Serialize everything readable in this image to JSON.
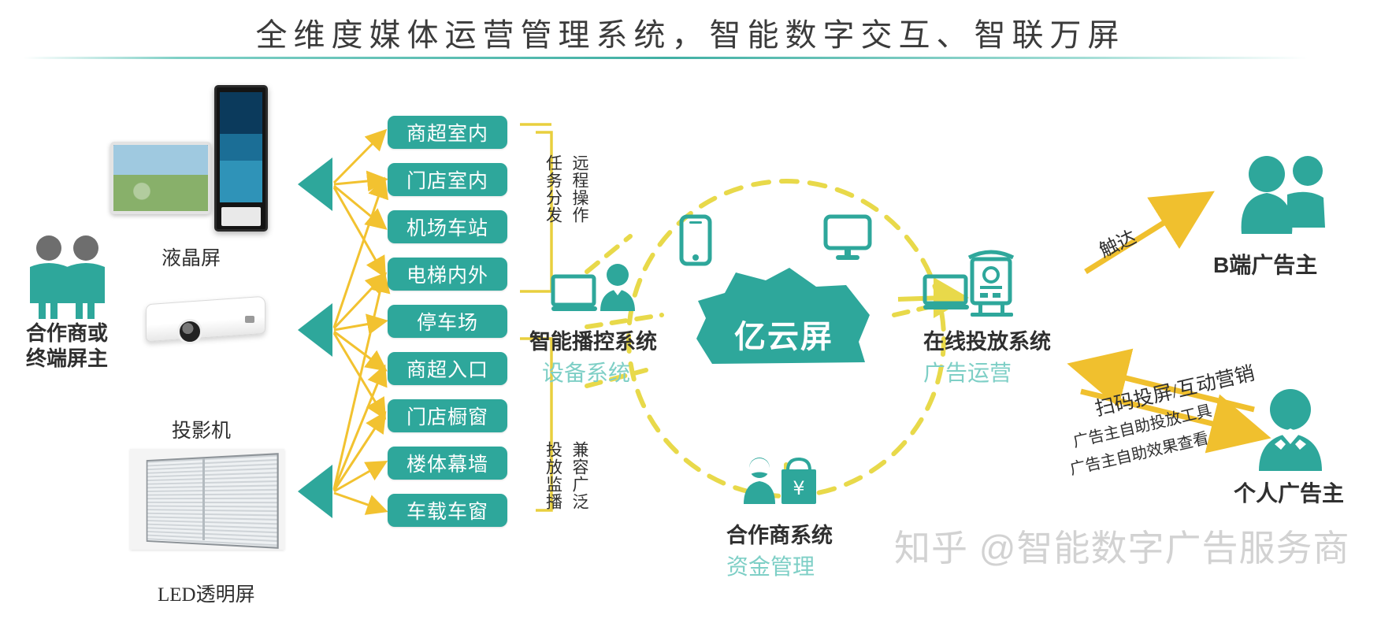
{
  "title": "全维度媒体运营管理系统，智能数字交互、智联万屏",
  "left_column": {
    "actor_label_line1": "合作商或",
    "actor_label_line2": "终端屏主",
    "actor_icon": "two-people-icon",
    "devices": [
      {
        "name": "液晶屏",
        "icon": "lcd-screen-photo"
      },
      {
        "name": "投影机",
        "icon": "projector-photo"
      },
      {
        "name": "LED透明屏",
        "icon": "led-transparent-screen-photo"
      }
    ]
  },
  "scenario_boxes": [
    "商超室内",
    "门店室内",
    "机场车站",
    "电梯内外",
    "停车场",
    "商超入口",
    "门店橱窗",
    "楼体幕墙",
    "车载车窗"
  ],
  "bracket_labels": {
    "top": [
      "任务分发",
      "远程操作"
    ],
    "bottom": [
      "投放监播",
      "兼容广泛"
    ]
  },
  "systems": {
    "broadcast": {
      "title": "智能播控系统",
      "subtitle": "设备系统",
      "icon": "laptop-operator-icon"
    },
    "cloud": {
      "title": "亿云屏",
      "icon": "cloud-shape"
    },
    "delivery": {
      "title": "在线投放系统",
      "subtitle": "广告运营",
      "icon": "laptop-billboard-icon"
    },
    "partner": {
      "title": "合作商系统",
      "subtitle": "资金管理",
      "icon": "person-money-bag-icon"
    }
  },
  "cloud_ring_icons": [
    {
      "name": "mobile-phone-icon"
    },
    {
      "name": "desktop-monitor-icon"
    },
    {
      "name": "shopping-person-icon"
    }
  ],
  "right_column": {
    "b_advertiser": {
      "label": "B端广告主",
      "icon": "group-people-icon"
    },
    "personal_advertiser": {
      "label": "个人广告主",
      "icon": "businessman-icon"
    },
    "arrow_labels": {
      "reach": "触达",
      "scan": "扫码投屏/互动营销",
      "self_tool": "广告主自助投放工具",
      "self_report": "广告主自助效果查看"
    }
  },
  "watermark": "知乎 @智能数字广告服务商",
  "colors": {
    "teal": "#2ea79b",
    "teal_light": "#7ecfc6",
    "yellow": "#f2c230",
    "yellow_dash": "#e8d94a",
    "text_dark": "#2f2f2f",
    "watermark_gray": "#d2d2d2"
  }
}
